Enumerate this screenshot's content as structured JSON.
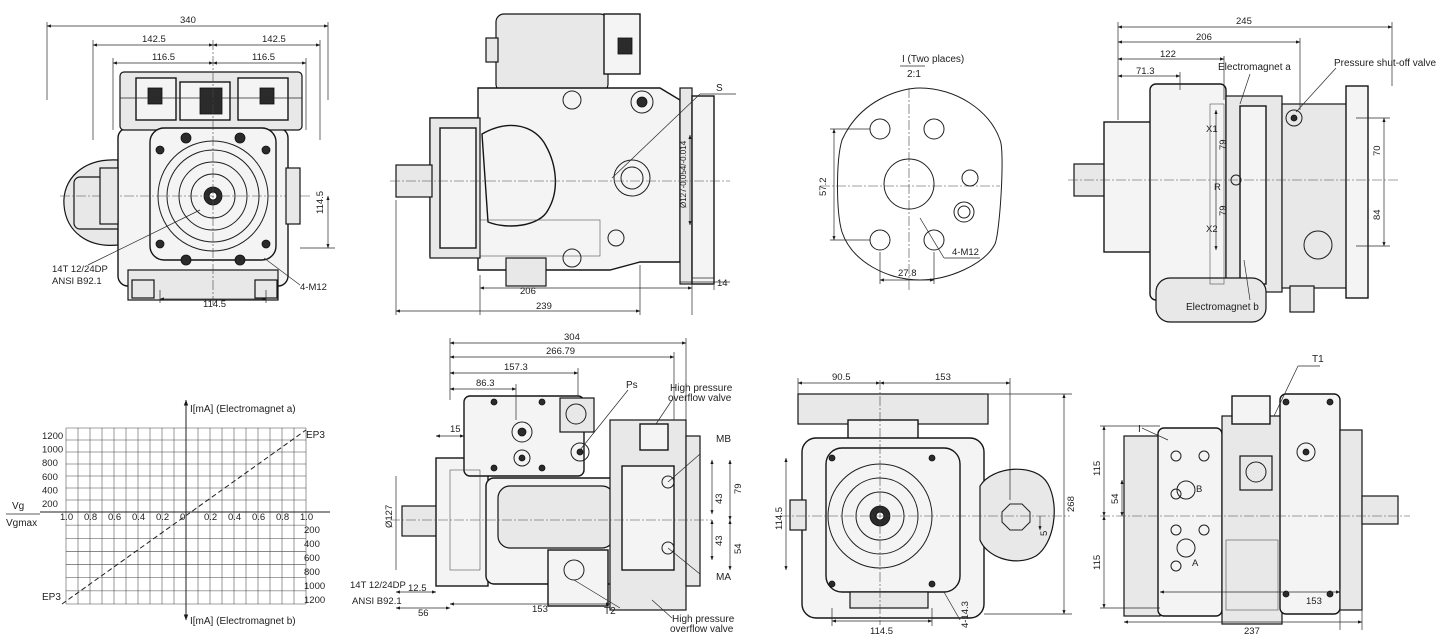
{
  "views": {
    "front": {
      "dims": [
        "340",
        "142.5",
        "142.5",
        "116.5",
        "116.5",
        "114.5",
        "114.5"
      ],
      "labels": [
        "14T 12/24DP",
        "ANSI B92.1",
        "4-M12"
      ]
    },
    "side_top": {
      "dims": [
        "206",
        "239",
        "14"
      ],
      "labels": [
        "S",
        "Ø127-0.054/-0.014"
      ]
    },
    "flange_detail": {
      "title": "I (Two places)",
      "scale": "2:1",
      "dims": [
        "57.2",
        "27.8"
      ],
      "labels": [
        "4-M12"
      ]
    },
    "right_top": {
      "dims": [
        "245",
        "206",
        "122",
        "71.3",
        "79",
        "79",
        "70",
        "84"
      ],
      "labels": [
        "Electromagnet a",
        "Pressure shut-off valve",
        "Electromagnet b",
        "X1",
        "X2",
        "R"
      ]
    },
    "side_bottom": {
      "dims": [
        "304",
        "266.79",
        "157.3",
        "86.3",
        "15",
        "Ø127",
        "12.5",
        "56",
        "153",
        "79",
        "43",
        "43",
        "54"
      ],
      "labels": [
        "Ps",
        "High pressure",
        "overflow valve",
        "MB",
        "MA",
        "T2",
        "High pressure",
        "overflow valve",
        "14T 12/24DP",
        "ANSI B92.1"
      ]
    },
    "rear": {
      "dims": [
        "90.5",
        "153",
        "114.5",
        "268",
        "5",
        "114.5",
        "4-14.3"
      ],
      "labels": []
    },
    "right_bottom": {
      "dims": [
        "115",
        "54",
        "115",
        "153",
        "237"
      ],
      "labels": [
        "T1",
        "I",
        "B",
        "A"
      ]
    }
  },
  "control_chart": {
    "y_axis_top": "I[mA] (Electromagnet a)",
    "y_axis_bottom": "I[mA] (Electromagnet b)",
    "x_axis_label_num": "Vg",
    "x_axis_label_den": "Vgmax",
    "curve_labels": [
      "EP3",
      "EP3"
    ],
    "ticks_upper": [
      "1200",
      "1000",
      "800",
      "600",
      "400",
      "200"
    ],
    "ticks_lower": [
      "200",
      "400",
      "600",
      "800",
      "1000",
      "1200"
    ],
    "ticks_x": [
      "1.0",
      "0.8",
      "0.6",
      "0.4",
      "0.2",
      "0",
      "0.2",
      "0.4",
      "0.6",
      "0.8",
      "1.0"
    ]
  },
  "colors": {
    "ink": "#1a1a1a",
    "paper": "#ffffff"
  }
}
